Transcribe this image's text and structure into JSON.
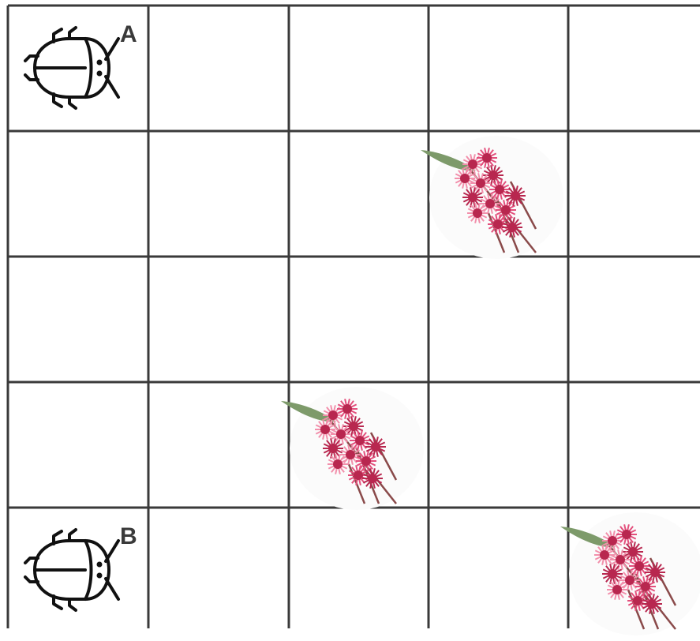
{
  "game": {
    "rows": 5,
    "cols": 5,
    "grid_color": "#3a3a3a",
    "background": "#ffffff",
    "bugs": [
      {
        "label": "A",
        "row": 0,
        "col": 0,
        "icon": "bug-icon"
      },
      {
        "label": "B",
        "row": 4,
        "col": 0,
        "icon": "bug-icon"
      }
    ],
    "flowers": [
      {
        "row": 1,
        "col": 3,
        "icon": "flower-icon"
      },
      {
        "row": 3,
        "col": 2,
        "icon": "flower-icon"
      },
      {
        "row": 4,
        "col": 4,
        "icon": "flower-icon"
      }
    ],
    "colors": {
      "petal": "#e34f7c",
      "petal_light": "#f28fab",
      "petal_dark": "#b8274f",
      "leaf": "#7d9a6a",
      "stem": "#8a4a4a"
    }
  }
}
